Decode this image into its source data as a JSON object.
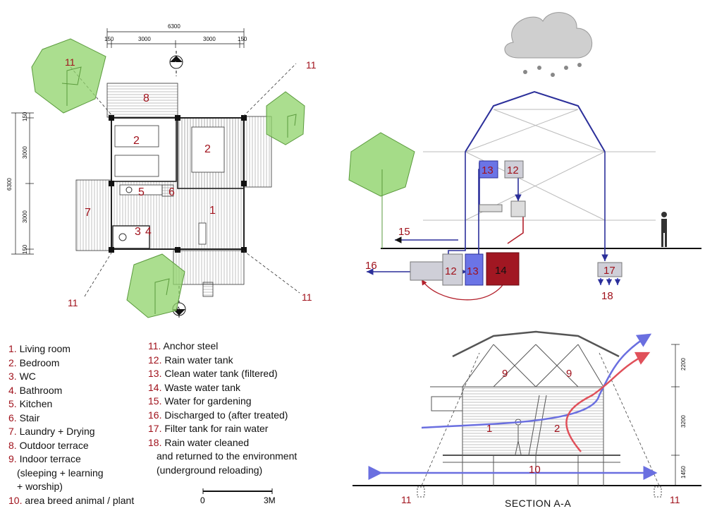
{
  "plan": {
    "dims": {
      "total_w": "6300",
      "a": "3000",
      "b": "3000",
      "edge_l": "150",
      "edge_r": "150",
      "total_h": "6300",
      "c": "3000",
      "d": "3000",
      "edge_t": "150",
      "edge_b": "150"
    },
    "section_mark": "A",
    "labels": {
      "terrace": "8",
      "bed_left": "2",
      "bed_right": "2",
      "kitchen": "5",
      "stair": "6",
      "laundry": "7",
      "living": "1",
      "wc": "3",
      "bath": "4",
      "a_tl": "11",
      "a_tr": "11",
      "a_bl": "11",
      "a_br": "11"
    }
  },
  "water": {
    "labels": {
      "tank13_up": "13",
      "tank12_up": "12",
      "n15": "15",
      "n16": "16",
      "tank12_low": "12",
      "tank13_low": "13",
      "tank14": "14",
      "tank17": "17",
      "n18": "18"
    }
  },
  "section": {
    "title": "SECTION A-A",
    "dims": {
      "top": "2200",
      "mid": "3200",
      "bot": "1450"
    },
    "labels": {
      "l9a": "9",
      "l9b": "9",
      "l1": "1",
      "l2": "2",
      "l10": "10",
      "a_l": "11",
      "a_r": "11"
    }
  },
  "legend_left": [
    {
      "num": "1.",
      "text": " Living room"
    },
    {
      "num": "2.",
      "text": " Bedroom"
    },
    {
      "num": "3.",
      "text": " WC"
    },
    {
      "num": "4.",
      "text": " Bathroom"
    },
    {
      "num": "5.",
      "text": " Kitchen"
    },
    {
      "num": "6.",
      "text": " Stair"
    },
    {
      "num": "7.",
      "text": " Laundry + Drying"
    },
    {
      "num": "8.",
      "text": " Outdoor terrace"
    },
    {
      "num": "9.",
      "text": " Indoor terrace"
    }
  ],
  "legend_left_cont": [
    "(sleeping + learning",
    " + worship)"
  ],
  "legend_left_last": {
    "num": "10.",
    "text": " area breed animal / plant"
  },
  "legend_right": [
    {
      "num": "11.",
      "text": " Anchor steel"
    },
    {
      "num": "12.",
      "text": " Rain water tank"
    },
    {
      "num": "13.",
      "text": " Clean water tank (filtered)"
    },
    {
      "num": "14.",
      "text": " Waste water tank"
    },
    {
      "num": "15.",
      "text": " Water for gardening"
    },
    {
      "num": "16.",
      "text": " Discharged to (after treated)"
    },
    {
      "num": "17.",
      "text": " Filter tank for rain water"
    },
    {
      "num": "18.",
      "text": " Rain water cleaned"
    }
  ],
  "legend_right_cont": [
    "and returned to the environment",
    "(underground reloading)"
  ],
  "scale": {
    "start": "0",
    "end": "3M"
  },
  "colors": {
    "accent_red": "#a0111b",
    "tree_green": "#8fd36a",
    "pipe_blue": "#2b2f9a",
    "waste_red": "#a11722"
  }
}
